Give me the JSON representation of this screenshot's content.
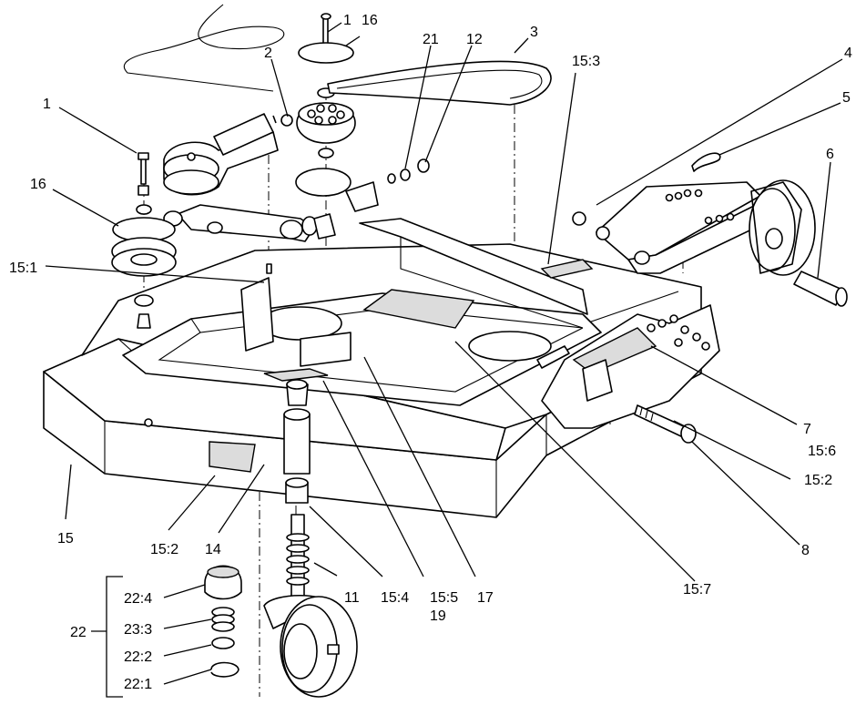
{
  "callouts": [
    {
      "id": "c-1-top",
      "label": "1"
    },
    {
      "id": "c-16-top",
      "label": "16"
    },
    {
      "id": "c-3",
      "label": "3"
    },
    {
      "id": "c-21",
      "label": "21"
    },
    {
      "id": "c-12",
      "label": "12"
    },
    {
      "id": "c-2",
      "label": "2"
    },
    {
      "id": "c-15-3",
      "label": "15:3"
    },
    {
      "id": "c-4",
      "label": "4"
    },
    {
      "id": "c-5",
      "label": "5"
    },
    {
      "id": "c-6",
      "label": "6"
    },
    {
      "id": "c-1-left",
      "label": "1"
    },
    {
      "id": "c-16-left",
      "label": "16"
    },
    {
      "id": "c-15-1",
      "label": "15:1"
    },
    {
      "id": "c-7",
      "label": "7"
    },
    {
      "id": "c-15-6",
      "label": "15:6"
    },
    {
      "id": "c-15-2-right",
      "label": "15:2"
    },
    {
      "id": "c-8",
      "label": "8"
    },
    {
      "id": "c-15",
      "label": "15"
    },
    {
      "id": "c-15-2-left",
      "label": "15:2"
    },
    {
      "id": "c-14",
      "label": "14"
    },
    {
      "id": "c-11",
      "label": "11"
    },
    {
      "id": "c-15-4",
      "label": "15:4"
    },
    {
      "id": "c-15-5",
      "label": "15:5"
    },
    {
      "id": "c-19",
      "label": "19"
    },
    {
      "id": "c-17",
      "label": "17"
    },
    {
      "id": "c-15-7",
      "label": "15:7"
    },
    {
      "id": "c-22",
      "label": "22"
    },
    {
      "id": "c-22-4",
      "label": "22:4"
    },
    {
      "id": "c-23-3",
      "label": "23:3"
    },
    {
      "id": "c-22-2",
      "label": "22:2"
    },
    {
      "id": "c-22-1",
      "label": "22:1"
    }
  ]
}
